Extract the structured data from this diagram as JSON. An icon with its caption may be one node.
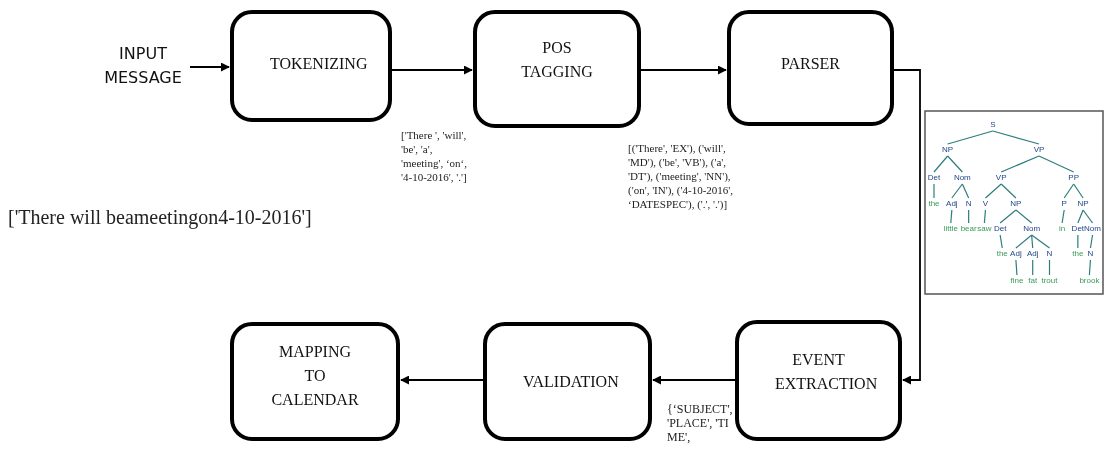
{
  "diagram": {
    "nodes": [
      {
        "text": [
          "INPUT MESSAGE"
        ]
      },
      {
        "text": [
          "TOKENIZING"
        ]
      },
      {
        "text": [
          "POS TAGGING"
        ]
      },
      {
        "text": [
          "PARSER"
        ]
      },
      {
        "text": [
          "EVENT EXTRACTION"
        ]
      },
      {
        "text": [
          "VALIDATION"
        ]
      },
      {
        "text": [
          "MAPPING TO CALENDAR"
        ]
      }
    ],
    "edges": [
      {
        "from": 0,
        "to": 1,
        "arrow": "to"
      },
      {
        "from": 1,
        "to": 2,
        "arrow": "to"
      },
      {
        "from": 2,
        "to": 3,
        "arrow": "to"
      },
      {
        "from": 3,
        "to": 4,
        "arrow": "to"
      },
      {
        "from": 4,
        "to": 5,
        "arrow": "to"
      },
      {
        "from": 5,
        "to": 6,
        "arrow": "to"
      }
    ],
    "labels": [
      "['There will beameetingon4-10-2016']",
      "['There ', 'will', 'be', 'a', 'meeting', ‘on‘, '4-10-2016', '.']",
      "[('There', 'EX'), ('will', 'MD'), ('be', 'VB'), ('a', 'DT'), ('meeting', 'NN'), ('on', 'IN'), ('4-10-2016', ‘DATESPEC'), ('.', '.')]",
      "{‘SUBJECT', 'PLACE', 'TIME',",
      "S",
      "NP",
      "VP",
      "Det",
      "Nom",
      "VP",
      "PP",
      "the",
      "Adj",
      "N",
      "V",
      "NP",
      "P",
      "NP",
      "little",
      "bear",
      "saw",
      "Det",
      "Nom",
      "in",
      "Det",
      "Nom",
      "the",
      "Adj",
      "Adj",
      "N",
      "the",
      "N",
      "fine",
      "fat",
      "trout",
      "brook"
    ]
  }
}
